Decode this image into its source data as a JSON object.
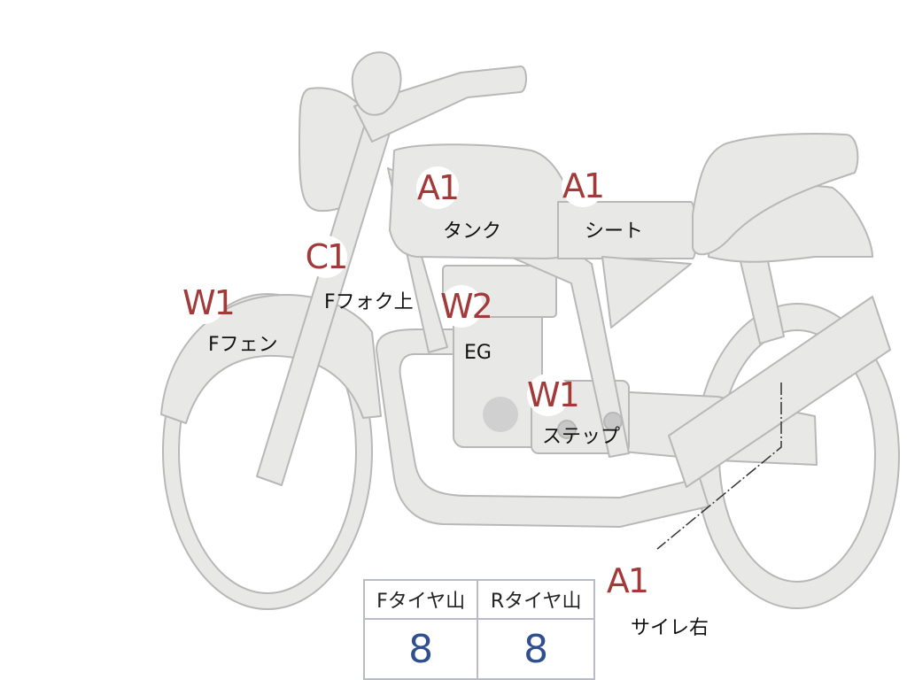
{
  "colors": {
    "bike_fill": "#e8e8e6",
    "bike_stroke": "#b8b8b8",
    "marker_text": "#a33a3a",
    "tread_value": "#2f4f8f",
    "engine_disc": "#d0d0d0"
  },
  "markers": [
    {
      "id": "tank",
      "code": "A1",
      "label": "タンク"
    },
    {
      "id": "seat",
      "code": "A1",
      "label": "シート"
    },
    {
      "id": "fork-upper",
      "code": "C1",
      "label": "Fフォク上"
    },
    {
      "id": "front-fender",
      "code": "W1",
      "label": "Fフェン"
    },
    {
      "id": "engine",
      "code": "W2",
      "label": "EG"
    },
    {
      "id": "step",
      "code": "W1",
      "label": "ステップ"
    },
    {
      "id": "muffler-right",
      "code": "A1",
      "label": "サイレ右"
    }
  ],
  "tire_tread": {
    "headers": [
      "Fタイヤ山",
      "Rタイヤ山"
    ],
    "values": [
      "8",
      "8"
    ]
  }
}
